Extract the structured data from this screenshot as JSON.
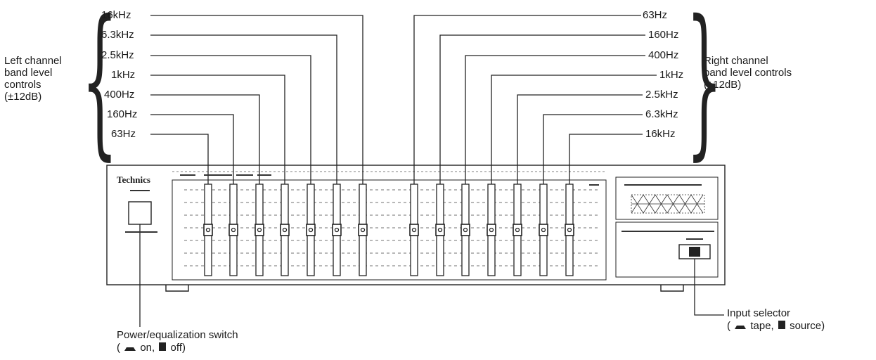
{
  "left_group": {
    "lines": [
      "Left channel",
      "band level",
      "controls",
      "(±12dB)"
    ]
  },
  "right_group": {
    "lines": [
      "Right channel",
      "band level controls",
      "(±12dB)"
    ]
  },
  "left_bands": [
    "16kHz",
    "6.3kHz",
    "2.5kHz",
    "1kHz",
    "400Hz",
    "160Hz",
    "63Hz"
  ],
  "right_bands": [
    "63Hz",
    "160Hz",
    "400Hz",
    "1kHz",
    "2.5kHz",
    "6.3kHz",
    "16kHz"
  ],
  "brand": "Technics",
  "power_switch": {
    "title": "Power/equalization switch",
    "open": "(",
    "on_label": "on,",
    "off_label": "off)"
  },
  "input_selector": {
    "title": "Input selector",
    "open": "(",
    "tape_label": "tape,",
    "source_label": "source)"
  },
  "slider_level": 0.5
}
